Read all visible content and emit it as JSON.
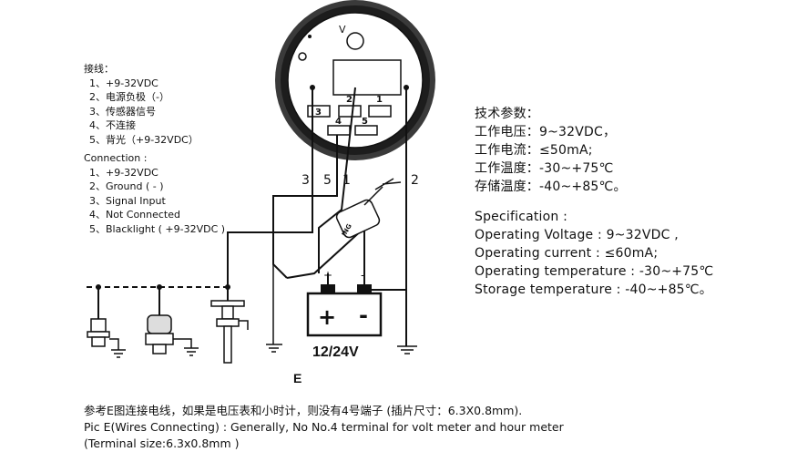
{
  "connection_cn": {
    "heading": "接线：",
    "items": [
      "1、+9-32VDC",
      "2、电源负极（-）",
      "3、传感器信号",
      "4、不连接",
      "5、背光（+9-32VDC）"
    ]
  },
  "connection_en": {
    "heading": "Connection :",
    "items": [
      "1、+9-32VDC",
      "2、Ground ( - )",
      "3、Signal  Input",
      "4、Not Connected",
      "5、Blacklight ( +9-32VDC )"
    ]
  },
  "spec_cn": {
    "heading": "技术参数：",
    "items": [
      "工作电压：9~32VDC，",
      "工作电流：≤50mA;",
      "工作温度：-30~+75℃",
      "存储温度：-40~+85℃。"
    ]
  },
  "spec_en": {
    "heading": "Specification :",
    "items": [
      "Operating Voltage : 9~32VDC ,",
      "Operating current : ≤60mA;",
      "Operating temperature : -30~+75℃",
      "Storage temperature : -40~+85℃。"
    ]
  },
  "wire_labels": [
    "3",
    "5",
    "1",
    "2"
  ],
  "terminal_labels": [
    "3",
    "2",
    "1",
    "4",
    "5"
  ],
  "gauge_mark": "V",
  "battery": {
    "label": "12/24V",
    "plus": "+",
    "minus": "-",
    "terminal_plus": "+",
    "terminal_minus": "-"
  },
  "switch_label": "ING",
  "figure_label": "E",
  "notes": [
    "参考E图连接电线，如果是电压表和小时计，则没有4号端子 (插片尺寸：6.3X0.8mm).",
    "Pic E(Wires Connecting) : Generally, No No.4 terminal for volt meter and hour meter",
    "(Terminal size:6.3x0.8mm )"
  ]
}
